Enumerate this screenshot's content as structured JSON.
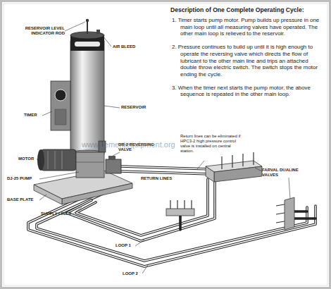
{
  "diagram": {
    "title": "Description of One Complete Operating Cycle:",
    "labels": [
      "1. Timer starts pump motor. Pump builds up pressure in one main loop until all measuring valves have operated. The other main loop is relieved to the reservoir.",
      "2. Pressure continues to build up until it is high enough to operate the reversing valve which directs the flow of lubricant to the other main line and trips an attached double throw electric switch. The switch stops the motor ending the cycle.",
      "3. When the timer next starts the pump motor, the above sequence is repeated in the other main loop.",
      "RESERVOIR LEVEL INDICATOR ROD",
      "AIR BLEED",
      "TIMER",
      "RESERVOIR",
      "MOTOR",
      "DR-2 REVERSING VALVE",
      "DJ-25 PUMP",
      "BASE PLATE",
      "SUPPLY LINES",
      "RETURN LINES",
      "Return lines can be eliminated if HPC3-2 high pressure control valve is installed on central station.",
      "FARVAL DUALINE VALVES",
      "LOOP 1",
      "LOOP 2",
      "www.cementequipment.org"
    ]
  }
}
